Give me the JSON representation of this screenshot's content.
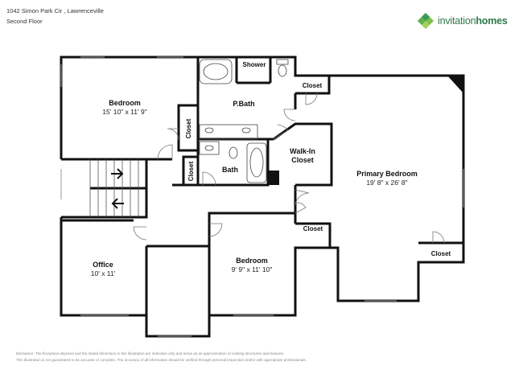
{
  "header": {
    "address": "1042 Simon Park Cir , Lawrenceville",
    "floor": "Second Floor"
  },
  "brand": {
    "name_regular": "invitation",
    "name_bold": "homes",
    "icon": "invitation-homes-logo-icon",
    "color": "#2d7a4a"
  },
  "rooms": {
    "bedroom_nw": {
      "name": "Bedroom",
      "dims": "15' 10\" x 11' 9\""
    },
    "pbath": {
      "name": "P.Bath"
    },
    "shower": {
      "name": "Shower"
    },
    "closet_top": {
      "name": "Closet"
    },
    "closet_v1": {
      "name": "Closet"
    },
    "closet_v2": {
      "name": "Closet"
    },
    "bath": {
      "name": "Bath"
    },
    "walkin": {
      "name_line1": "Walk-In",
      "name_line2": "Closet"
    },
    "primary": {
      "name": "Primary Bedroom",
      "dims": "19' 8\" x 26' 8\""
    },
    "closet_mid": {
      "name": "Closet"
    },
    "closet_br": {
      "name": "Closet"
    },
    "office": {
      "name": "Office",
      "dims": "10' x 11'"
    },
    "bedroom_s": {
      "name": "Bedroom",
      "dims": "9' 9\" x 11' 10\""
    }
  },
  "disclaimer": {
    "line1": "Disclaimer: The floorplans depicted and the stated dimension in this illustration are indicative only and serve as an approximation of existing structures and features.",
    "line2": "This illustration is not guaranteed to be accurate or complete. The accuracy of all information should be verified through personal inspection and/or with appropriate professionals."
  }
}
